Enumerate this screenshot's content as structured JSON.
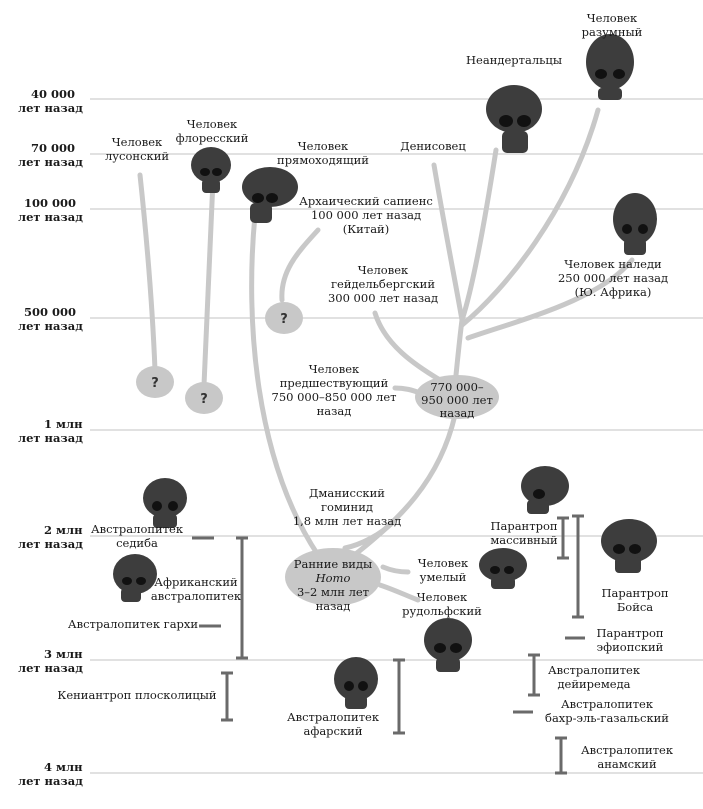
{
  "time_axis": [
    {
      "l1": "40 000",
      "l2": "лет назад"
    },
    {
      "l1": "70 000",
      "l2": "лет назад"
    },
    {
      "l1": "100 000",
      "l2": "лет назад"
    },
    {
      "l1": "500  000",
      "l2": "лет назад"
    },
    {
      "l1": "1 млн",
      "l2": "лет назад"
    },
    {
      "l1": "2 млн",
      "l2": "лет назад"
    },
    {
      "l1": "3 млн",
      "l2": "лет назад"
    },
    {
      "l1": "4 млн",
      "l2": "лет назад"
    }
  ],
  "labels": {
    "sapiens": [
      "Человек",
      "разумный"
    ],
    "neanderthals": [
      "Неандертальцы"
    ],
    "denisovan": [
      "Денисовец"
    ],
    "luzon": [
      "Человек",
      "лусонский"
    ],
    "floresiensis": [
      "Человек",
      "флоресский"
    ],
    "erectus": [
      "Человек",
      "прямоходящий"
    ],
    "archaic": [
      "Архаический сапиенс",
      "100 000 лет назад",
      "(Китай)"
    ],
    "naledi": [
      "Человек наледи",
      "250 000 лет назад",
      "(Ю. Африка)"
    ],
    "heidelberg": [
      "Человек",
      "гейдельбергский",
      "300 000 лет назад"
    ],
    "antecessor": [
      "Человек",
      "предшествующий",
      "750 000–850 000 лет",
      "назад"
    ],
    "node_770": [
      "770 000–",
      "950 000 лет",
      "назад"
    ],
    "dmanisi": [
      "Дманисский",
      "гоминид",
      "1,8 млн лет назад"
    ],
    "early_homo": [
      "Ранние виды",
      "Homo",
      "3–2 млн лет",
      "назад"
    ],
    "habilis": [
      "Человек",
      "умелый"
    ],
    "rudolfensis": [
      "Человек",
      "рудольфский"
    ],
    "sediba": [
      "Австралопитек",
      "седиба"
    ],
    "africanus": [
      "Африканский",
      "австралопитек"
    ],
    "garhi": [
      "Австралопитек гархи"
    ],
    "kenyanthropus": [
      "Кениантроп плосколицый"
    ],
    "afarensis": [
      "Австралопитек",
      "афарский"
    ],
    "robustus": [
      "Парантроп",
      "массивный"
    ],
    "boisei": [
      "Парантроп",
      "Бойса"
    ],
    "aethiopicus": [
      "Парантроп",
      "эфиопский"
    ],
    "deyiremeda": [
      "Австралопитек",
      "дейиремеда"
    ],
    "bahrelghazali": [
      "Австралопитек",
      "бахр-эль-газальский"
    ],
    "anamensis": [
      "Австралопитек",
      "анамский"
    ]
  },
  "question_mark": "?",
  "colors": {
    "branch": "#c8c8c8",
    "grid": "#cfcfcf",
    "bar": "#6a6a6a",
    "skull": "#3d3d3d"
  }
}
